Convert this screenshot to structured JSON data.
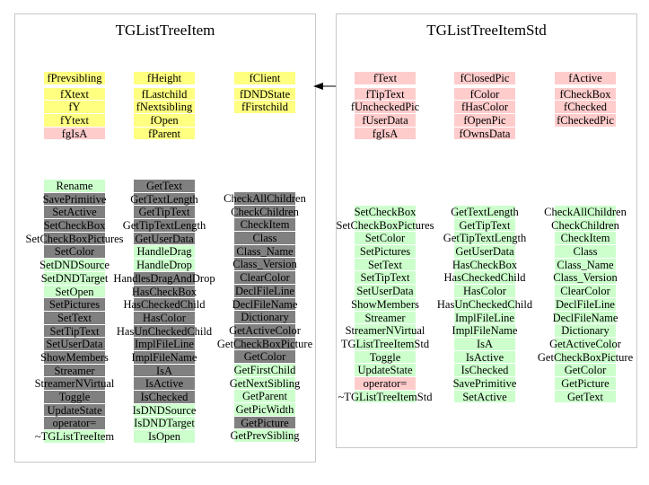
{
  "colors": {
    "field_yellow": "#ffff80",
    "field_pink": "#ffcccc",
    "method_green": "#ccffcc",
    "method_gray": "#808080",
    "method_pink": "#ffcccc"
  },
  "left": {
    "title": "TGListTreeItem",
    "fields": [
      [
        {
          "t": "fPrevsibling",
          "c": "y"
        },
        {
          "gap": 1
        },
        {
          "t": "fXtext",
          "c": "y"
        },
        {
          "t": "fY",
          "c": "y"
        },
        {
          "t": "fYtext",
          "c": "y"
        },
        {
          "t": "fgIsA",
          "c": "p"
        }
      ],
      [
        {
          "t": "fHeight",
          "c": "y"
        },
        {
          "gap": 1
        },
        {
          "t": "fLastchild",
          "c": "y"
        },
        {
          "t": "fNextsibling",
          "c": "y"
        },
        {
          "t": "fOpen",
          "c": "y"
        },
        {
          "t": "fParent",
          "c": "y"
        }
      ],
      [
        {
          "t": "fClient",
          "c": "y"
        },
        {
          "gap": 1
        },
        {
          "t": "fDNDState",
          "c": "y"
        },
        {
          "t": "fFirstchild",
          "c": "y"
        }
      ]
    ],
    "methods": [
      [
        {
          "t": "Rename",
          "c": "g"
        },
        {
          "t": "SavePrimitive",
          "c": "d"
        },
        {
          "t": "SetActive",
          "c": "d"
        },
        {
          "t": "SetCheckBox",
          "c": "d"
        },
        {
          "t": "SetCheckBoxPictures",
          "c": "d"
        },
        {
          "t": "SetColor",
          "c": "d"
        },
        {
          "t": "SetDNDSource",
          "c": "g"
        },
        {
          "t": "SetDNDTarget",
          "c": "g"
        },
        {
          "t": "SetOpen",
          "c": "g"
        },
        {
          "t": "SetPictures",
          "c": "d"
        },
        {
          "t": "SetText",
          "c": "d"
        },
        {
          "t": "SetTipText",
          "c": "d"
        },
        {
          "t": "SetUserData",
          "c": "d"
        },
        {
          "t": "ShowMembers",
          "c": "d"
        },
        {
          "t": "Streamer",
          "c": "d"
        },
        {
          "t": "StreamerNVirtual",
          "c": "d"
        },
        {
          "t": "Toggle",
          "c": "d"
        },
        {
          "t": "UpdateState",
          "c": "d"
        },
        {
          "t": "operator=",
          "c": "d"
        },
        {
          "t": "~TGListTreeItem",
          "c": "g"
        }
      ],
      [
        {
          "t": "GetText",
          "c": "d"
        },
        {
          "t": "GetTextLength",
          "c": "d"
        },
        {
          "t": "GetTipText",
          "c": "d"
        },
        {
          "t": "GetTipTextLength",
          "c": "d"
        },
        {
          "t": "GetUserData",
          "c": "d"
        },
        {
          "t": "HandleDrag",
          "c": "g"
        },
        {
          "t": "HandleDrop",
          "c": "g"
        },
        {
          "t": "HandlesDragAndDrop",
          "c": "d"
        },
        {
          "t": "HasCheckBox",
          "c": "d"
        },
        {
          "t": "HasCheckedChild",
          "c": "d"
        },
        {
          "t": "HasColor",
          "c": "d"
        },
        {
          "t": "HasUnCheckedChild",
          "c": "d"
        },
        {
          "t": "ImplFileLine",
          "c": "d"
        },
        {
          "t": "ImplFileName",
          "c": "d"
        },
        {
          "t": "IsA",
          "c": "d"
        },
        {
          "t": "IsActive",
          "c": "d"
        },
        {
          "t": "IsChecked",
          "c": "d"
        },
        {
          "t": "IsDNDSource",
          "c": "g"
        },
        {
          "t": "IsDNDTarget",
          "c": "g"
        },
        {
          "t": "IsOpen",
          "c": "g"
        }
      ],
      [
        {
          "t": "CheckAllChildren",
          "c": "d"
        },
        {
          "t": "CheckChildren",
          "c": "d"
        },
        {
          "t": "CheckItem",
          "c": "d"
        },
        {
          "t": "Class",
          "c": "d"
        },
        {
          "t": "Class_Name",
          "c": "d"
        },
        {
          "t": "Class_Version",
          "c": "d"
        },
        {
          "t": "ClearColor",
          "c": "d"
        },
        {
          "t": "DeclFileLine",
          "c": "d"
        },
        {
          "t": "DeclFileName",
          "c": "d"
        },
        {
          "t": "Dictionary",
          "c": "d"
        },
        {
          "t": "GetActiveColor",
          "c": "d"
        },
        {
          "t": "GetCheckBoxPicture",
          "c": "d"
        },
        {
          "t": "GetColor",
          "c": "d"
        },
        {
          "t": "GetFirstChild",
          "c": "g"
        },
        {
          "t": "GetNextSibling",
          "c": "g"
        },
        {
          "t": "GetParent",
          "c": "g"
        },
        {
          "t": "GetPicWidth",
          "c": "g"
        },
        {
          "t": "GetPicture",
          "c": "d"
        },
        {
          "t": "GetPrevSibling",
          "c": "g"
        }
      ]
    ]
  },
  "right": {
    "title": "TGListTreeItemStd",
    "fields": [
      [
        {
          "t": "fText",
          "c": "p"
        },
        {
          "gap": 1
        },
        {
          "t": "fTipText",
          "c": "p"
        },
        {
          "t": "fUncheckedPic",
          "c": "p"
        },
        {
          "t": "fUserData",
          "c": "p"
        },
        {
          "t": "fgIsA",
          "c": "p"
        }
      ],
      [
        {
          "t": "fClosedPic",
          "c": "p"
        },
        {
          "gap": 1
        },
        {
          "t": "fColor",
          "c": "p"
        },
        {
          "t": "fHasColor",
          "c": "p"
        },
        {
          "t": "fOpenPic",
          "c": "p"
        },
        {
          "t": "fOwnsData",
          "c": "p"
        }
      ],
      [
        {
          "t": "fActive",
          "c": "p"
        },
        {
          "gap": 1
        },
        {
          "t": "fCheckBox",
          "c": "p"
        },
        {
          "t": "fChecked",
          "c": "p"
        },
        {
          "t": "fCheckedPic",
          "c": "p"
        }
      ]
    ],
    "methods": [
      [
        {
          "t": "SetCheckBox",
          "c": "g"
        },
        {
          "t": "SetCheckBoxPictures",
          "c": "g"
        },
        {
          "t": "SetColor",
          "c": "g"
        },
        {
          "t": "SetPictures",
          "c": "g"
        },
        {
          "t": "SetText",
          "c": "g"
        },
        {
          "t": "SetTipText",
          "c": "g"
        },
        {
          "t": "SetUserData",
          "c": "g"
        },
        {
          "t": "ShowMembers",
          "c": "g"
        },
        {
          "t": "Streamer",
          "c": "g"
        },
        {
          "t": "StreamerNVirtual",
          "c": "g"
        },
        {
          "t": "TGListTreeItemStd",
          "c": "g"
        },
        {
          "t": "Toggle",
          "c": "g"
        },
        {
          "t": "UpdateState",
          "c": "g"
        },
        {
          "t": "operator=",
          "c": "p"
        },
        {
          "t": "~TGListTreeItemStd",
          "c": "g"
        }
      ],
      [
        {
          "t": "GetTextLength",
          "c": "g"
        },
        {
          "t": "GetTipText",
          "c": "g"
        },
        {
          "t": "GetTipTextLength",
          "c": "g"
        },
        {
          "t": "GetUserData",
          "c": "g"
        },
        {
          "t": "HasCheckBox",
          "c": "g"
        },
        {
          "t": "HasCheckedChild",
          "c": "g"
        },
        {
          "t": "HasColor",
          "c": "g"
        },
        {
          "t": "HasUnCheckedChild",
          "c": "g"
        },
        {
          "t": "ImplFileLine",
          "c": "g"
        },
        {
          "t": "ImplFileName",
          "c": "g"
        },
        {
          "t": "IsA",
          "c": "g"
        },
        {
          "t": "IsActive",
          "c": "g"
        },
        {
          "t": "IsChecked",
          "c": "g"
        },
        {
          "t": "SavePrimitive",
          "c": "g"
        },
        {
          "t": "SetActive",
          "c": "g"
        }
      ],
      [
        {
          "t": "CheckAllChildren",
          "c": "g"
        },
        {
          "t": "CheckChildren",
          "c": "g"
        },
        {
          "t": "CheckItem",
          "c": "g"
        },
        {
          "t": "Class",
          "c": "g"
        },
        {
          "t": "Class_Name",
          "c": "g"
        },
        {
          "t": "Class_Version",
          "c": "g"
        },
        {
          "t": "ClearColor",
          "c": "g"
        },
        {
          "t": "DeclFileLine",
          "c": "g"
        },
        {
          "t": "DeclFileName",
          "c": "g"
        },
        {
          "t": "Dictionary",
          "c": "g"
        },
        {
          "t": "GetActiveColor",
          "c": "g"
        },
        {
          "t": "GetCheckBoxPicture",
          "c": "g"
        },
        {
          "t": "GetColor",
          "c": "g"
        },
        {
          "t": "GetPicture",
          "c": "g"
        },
        {
          "t": "GetText",
          "c": "g"
        }
      ]
    ]
  }
}
